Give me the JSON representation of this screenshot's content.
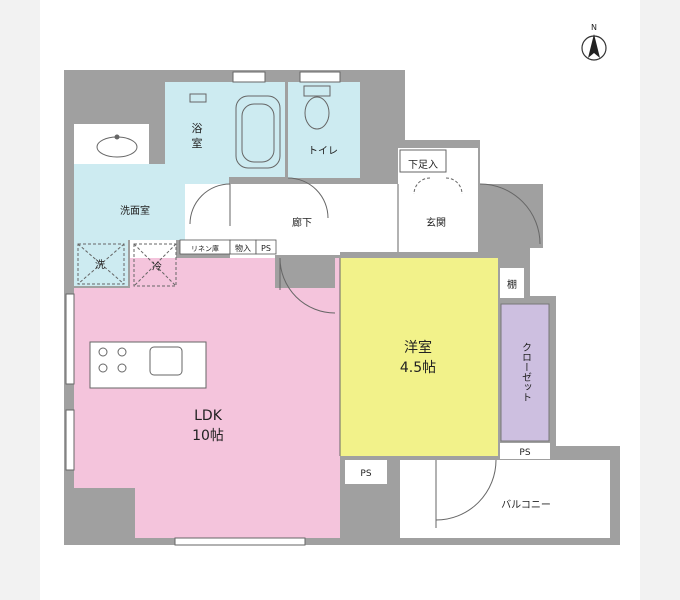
{
  "compass": {
    "north_label": "N"
  },
  "rooms": {
    "bath": {
      "line1": "浴",
      "line2": "室"
    },
    "toilet": "トイレ",
    "washroom": "洗面室",
    "hallway": "廊下",
    "shoe_storage": "下足入",
    "entrance": "玄関",
    "laundry": "洗",
    "fridge": "冷",
    "linen": "リネン庫",
    "storage": "物入",
    "ps_top": "PS",
    "western_room": {
      "name": "洋室",
      "size": "4.5帖"
    },
    "shelf": "棚",
    "closet": "クローゼット",
    "ps_right": "PS",
    "ldk": {
      "name": "LDK",
      "size": "10帖"
    },
    "ps_bottom": "PS",
    "balcony": "バルコニー"
  },
  "colors": {
    "wall": "#a0a0a0",
    "ldk": "#f4c4dc",
    "western_room": "#f2f28a",
    "wet_area": "#cdebf1",
    "closet": "#cdbfe0",
    "floor": "#ffffff"
  }
}
